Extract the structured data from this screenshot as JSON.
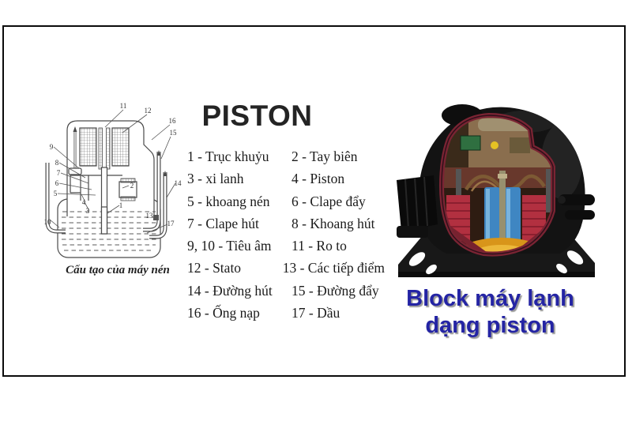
{
  "title": {
    "text": "PISTON"
  },
  "legend": {
    "rows": [
      {
        "left": "1 - Trục khuỷu",
        "right": "2 - Tay biên"
      },
      {
        "left": "3 - xi lanh",
        "right": "4 - Piston"
      },
      {
        "left": "5 - khoang  nén",
        "right": "6 - Clape đẩy"
      },
      {
        "left": "7 - Clape hút",
        "right": "8 - Khoang hút"
      },
      {
        "left": "9, 10 - Tiêu âm",
        "right": "11 - Ro to"
      },
      {
        "left": "12 - Stato",
        "right": "13 - Các tiếp điểm"
      },
      {
        "left": "14 - Đường hút",
        "right": "15 - Đường đẩy"
      },
      {
        "left": "16 - Ống nạp",
        "right": "17 - Dầu"
      }
    ]
  },
  "diagram": {
    "caption": "Cấu tạo của máy nén",
    "labels": {
      "n1": "1",
      "n2": "2",
      "n3": "3",
      "n4": "4",
      "n5": "5",
      "n6": "6",
      "n7": "7",
      "n8": "8",
      "n9": "9",
      "n10": "10",
      "n11": "11",
      "n12": "12",
      "n13": "13",
      "n14": "14",
      "n15": "15",
      "n16": "16",
      "n17": "17"
    }
  },
  "photo": {
    "caption_line1": "Block máy lạnh",
    "caption_line2": "dạng piston"
  },
  "colors": {
    "caption_blue": "#2424a4",
    "frame_border": "#0b0b0b",
    "diagram_ink": "#4a4a4a",
    "photo_shell": "#131313",
    "photo_cut_rim": "#7a2433",
    "photo_winding_red": "#b23040",
    "photo_cylinder_blue": "#3f86c2",
    "photo_oil_orange": "#d8951a"
  }
}
